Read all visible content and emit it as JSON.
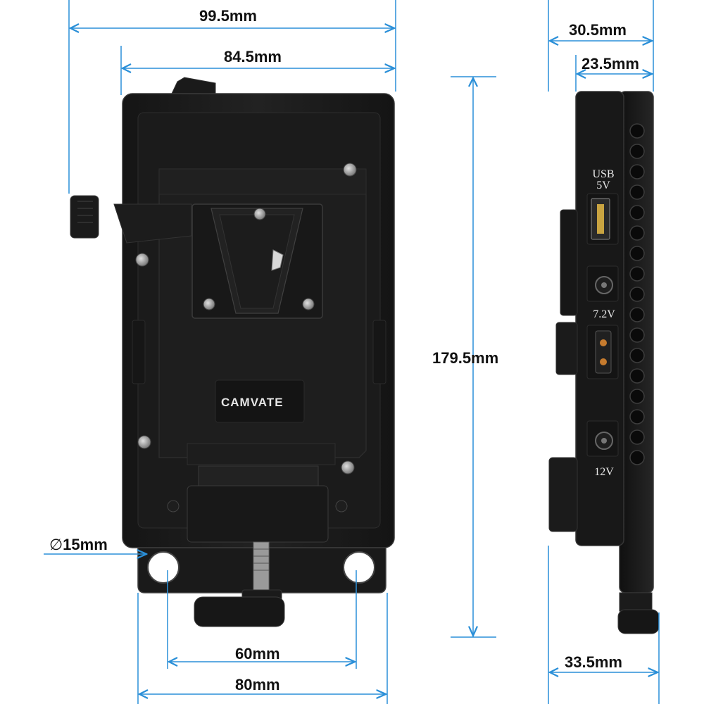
{
  "product": {
    "brand": "CAMVATE",
    "color_body": "#1c1c1c",
    "color_edge": "#2e2e2e",
    "accent_dimension": "#2a8fd8"
  },
  "dimensions": {
    "top_width": "99.5mm",
    "plate_width": "84.5mm",
    "height": "179.5mm",
    "rod_diameter": "15mm",
    "rod_diameter_symbol": "∅",
    "rod_spacing_inner": "60mm",
    "rod_spacing_outer": "80mm",
    "side_depth_outer": "30.5mm",
    "side_depth_inner": "23.5mm",
    "side_clamp_depth": "33.5mm"
  },
  "ports": {
    "usb_label_line1": "USB",
    "usb_label_line2": "5V",
    "dtap_label": "7.2V",
    "dc_label": "12V"
  },
  "icons": [
    "usb-port-icon",
    "dc-barrel-icon",
    "two-pin-connector-icon",
    "screw-icon",
    "rod-clamp-icon"
  ]
}
